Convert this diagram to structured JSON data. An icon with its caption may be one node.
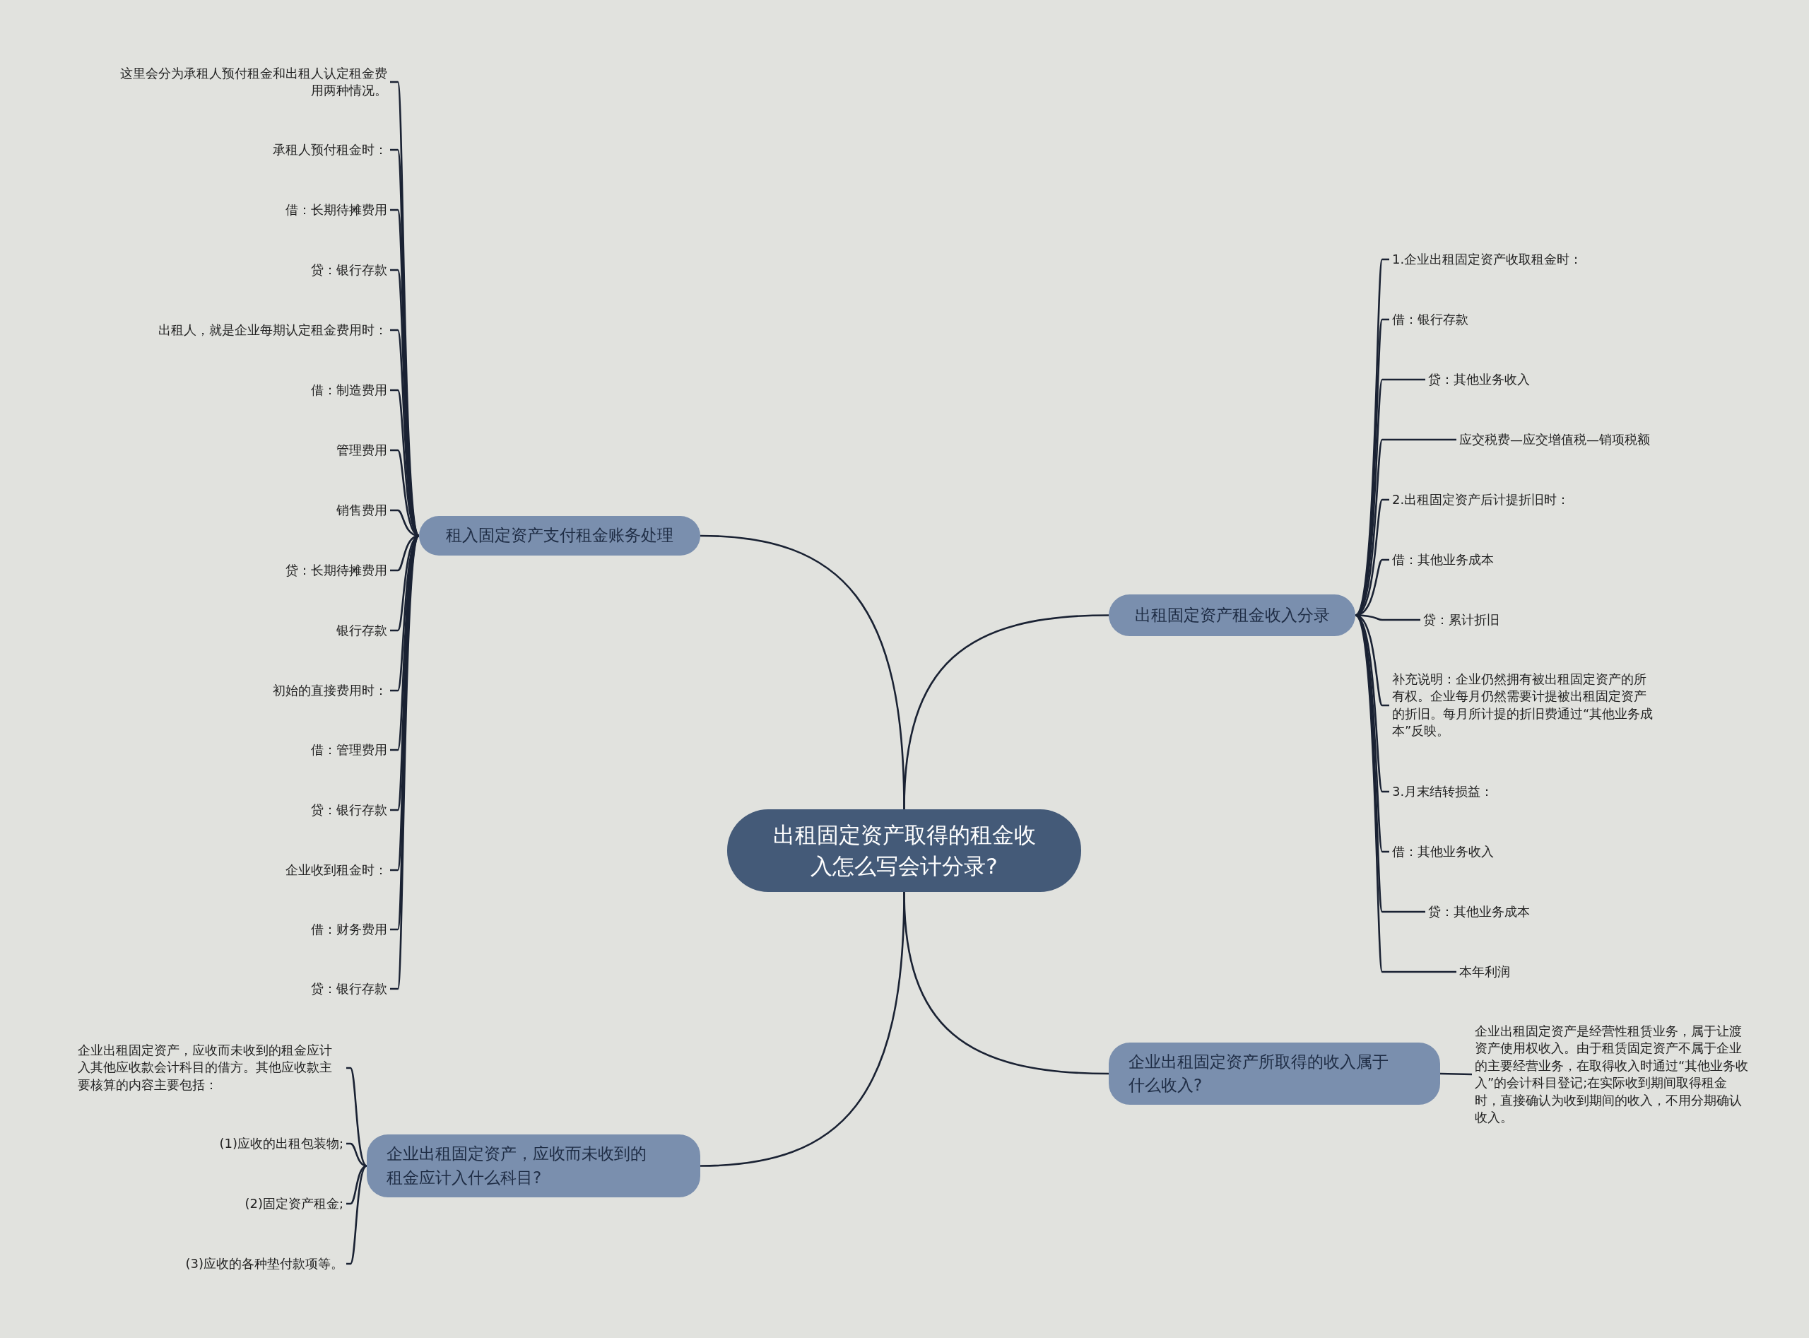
{
  "diagram": {
    "nodes": [
      {
        "text": [
          "出租固定资产取得的租金收入怎么写会计分录?"
        ]
      },
      {
        "text": [
          "租入固定资产支付租金账务处理"
        ]
      },
      {
        "text": [
          "这里会分为承租人预付租金和出租人认定租金费用两种情况。"
        ]
      },
      {
        "text": [
          "承租人预付租金时："
        ]
      },
      {
        "text": [
          "借：长期待摊费用"
        ]
      },
      {
        "text": [
          "贷：银行存款"
        ]
      },
      {
        "text": [
          "出租人，就是企业每期认定租金费用时："
        ]
      },
      {
        "text": [
          "借：制造费用"
        ]
      },
      {
        "text": [
          "管理费用"
        ]
      },
      {
        "text": [
          "销售费用"
        ]
      },
      {
        "text": [
          "贷：长期待摊费用"
        ]
      },
      {
        "text": [
          "银行存款"
        ]
      },
      {
        "text": [
          "初始的直接费用时："
        ]
      },
      {
        "text": [
          "借：管理费用"
        ]
      },
      {
        "text": [
          "贷：银行存款"
        ]
      },
      {
        "text": [
          "企业收到租金时："
        ]
      },
      {
        "text": [
          "借：财务费用"
        ]
      },
      {
        "text": [
          "贷：银行存款"
        ]
      },
      {
        "text": [
          "出租固定资产租金收入分录"
        ]
      },
      {
        "text": [
          "1.企业出租固定资产收取租金时："
        ]
      },
      {
        "text": [
          "借：银行存款"
        ]
      },
      {
        "text": [
          "贷：其他业务收入"
        ]
      },
      {
        "text": [
          "应交税费—应交增值税—销项税额"
        ]
      },
      {
        "text": [
          "2.出租固定资产后计提折旧时："
        ]
      },
      {
        "text": [
          "借：其他业务成本"
        ]
      },
      {
        "text": [
          "贷：累计折旧"
        ]
      },
      {
        "text": [
          "补充说明：企业仍然拥有被出租固定资产的所有权。企业每月仍然需要计提被出租固定资产的折旧。每月所计提的折旧费通过“其他业务成本”反映。"
        ]
      },
      {
        "text": [
          "3.月末结转损益："
        ]
      },
      {
        "text": [
          "借：其他业务收入"
        ]
      },
      {
        "text": [
          "贷：其他业务成本"
        ]
      },
      {
        "text": [
          "本年利润"
        ]
      },
      {
        "text": [
          "企业出租固定资产所取得的收入属于什么收入?"
        ]
      },
      {
        "text": [
          "企业出租固定资产是经营性租赁业务，属于让渡资产使用权收入。由于租赁固定资产不属于企业的主要经营业务，在取得收入时通过“其他业务收入”的会计科目登记;在实际收到期间取得租金时，直接确认为收到期间的收入，不用分期确认收入。"
        ]
      },
      {
        "text": [
          "企业出租固定资产，应收而未收到的租金应计入什么科目?"
        ]
      },
      {
        "text": [
          "企业出租固定资产，应收而未收到的租金应计入其他应收款会计科目的借方。其他应收款主要核算的内容主要包括："
        ]
      },
      {
        "text": [
          "(1)应收的出租包装物;"
        ]
      },
      {
        "text": [
          "(2)固定资产租金;"
        ]
      },
      {
        "text": [
          "(3)应收的各种垫付款项等。"
        ]
      }
    ],
    "edges": [
      {
        "from": 0,
        "to": 1,
        "arrow": "none"
      },
      {
        "from": 1,
        "to": 2,
        "arrow": "none"
      },
      {
        "from": 1,
        "to": 3,
        "arrow": "none"
      },
      {
        "from": 1,
        "to": 4,
        "arrow": "none"
      },
      {
        "from": 1,
        "to": 5,
        "arrow": "none"
      },
      {
        "from": 1,
        "to": 6,
        "arrow": "none"
      },
      {
        "from": 1,
        "to": 7,
        "arrow": "none"
      },
      {
        "from": 1,
        "to": 8,
        "arrow": "none"
      },
      {
        "from": 1,
        "to": 9,
        "arrow": "none"
      },
      {
        "from": 1,
        "to": 10,
        "arrow": "none"
      },
      {
        "from": 1,
        "to": 11,
        "arrow": "none"
      },
      {
        "from": 1,
        "to": 12,
        "arrow": "none"
      },
      {
        "from": 1,
        "to": 13,
        "arrow": "none"
      },
      {
        "from": 1,
        "to": 14,
        "arrow": "none"
      },
      {
        "from": 1,
        "to": 15,
        "arrow": "none"
      },
      {
        "from": 1,
        "to": 16,
        "arrow": "none"
      },
      {
        "from": 1,
        "to": 17,
        "arrow": "none"
      },
      {
        "from": 0,
        "to": 18,
        "arrow": "none"
      },
      {
        "from": 18,
        "to": 19,
        "arrow": "none"
      },
      {
        "from": 18,
        "to": 20,
        "arrow": "none"
      },
      {
        "from": 18,
        "to": 21,
        "arrow": "none"
      },
      {
        "from": 18,
        "to": 22,
        "arrow": "none"
      },
      {
        "from": 18,
        "to": 23,
        "arrow": "none"
      },
      {
        "from": 18,
        "to": 24,
        "arrow": "none"
      },
      {
        "from": 18,
        "to": 25,
        "arrow": "none"
      },
      {
        "from": 18,
        "to": 26,
        "arrow": "none"
      },
      {
        "from": 18,
        "to": 27,
        "arrow": "none"
      },
      {
        "from": 18,
        "to": 28,
        "arrow": "none"
      },
      {
        "from": 18,
        "to": 29,
        "arrow": "none"
      },
      {
        "from": 18,
        "to": 30,
        "arrow": "none"
      },
      {
        "from": 0,
        "to": 31,
        "arrow": "none"
      },
      {
        "from": 31,
        "to": 32,
        "arrow": "none"
      },
      {
        "from": 0,
        "to": 33,
        "arrow": "none"
      },
      {
        "from": 33,
        "to": 34,
        "arrow": "none"
      },
      {
        "from": 33,
        "to": 35,
        "arrow": "none"
      },
      {
        "from": 33,
        "to": 36,
        "arrow": "none"
      },
      {
        "from": 33,
        "to": 37,
        "arrow": "none"
      }
    ]
  }
}
